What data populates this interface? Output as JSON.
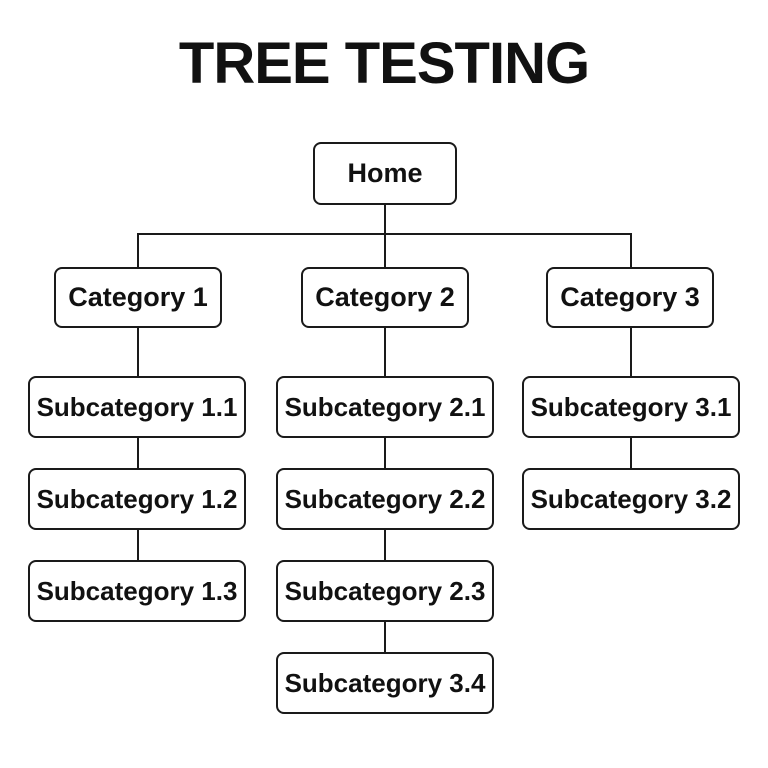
{
  "title": "TREE TESTING",
  "colors": {
    "background": "#ffffff",
    "line": "#1a1a1a",
    "text": "#111111"
  },
  "tree": {
    "root": {
      "label": "Home"
    },
    "categories": [
      {
        "label": "Category 1",
        "children": [
          {
            "label": "Subcategory 1.1"
          },
          {
            "label": "Subcategory 1.2"
          },
          {
            "label": "Subcategory 1.3"
          }
        ]
      },
      {
        "label": "Category 2",
        "children": [
          {
            "label": "Subcategory 2.1"
          },
          {
            "label": "Subcategory 2.2"
          },
          {
            "label": "Subcategory 2.3"
          },
          {
            "label": "Subcategory 3.4"
          }
        ]
      },
      {
        "label": "Category 3",
        "children": [
          {
            "label": "Subcategory 3.1"
          },
          {
            "label": "Subcategory 3.2"
          }
        ]
      }
    ]
  }
}
